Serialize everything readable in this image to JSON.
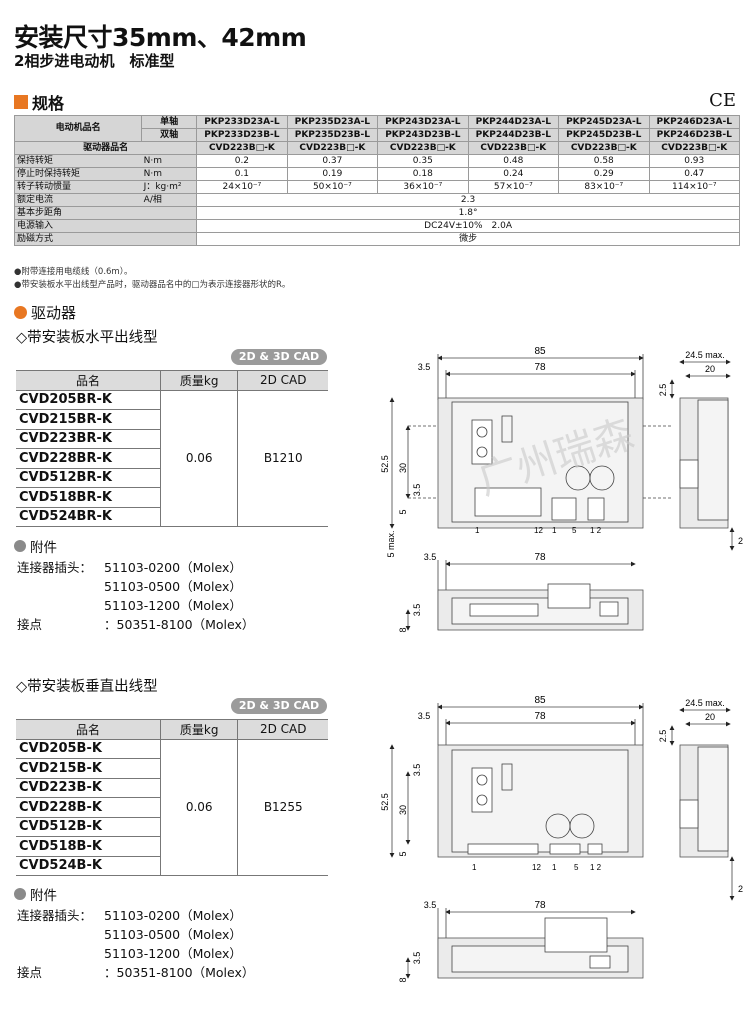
{
  "header": {
    "title": "安装尺寸35mm、42mm",
    "subtitle": "2相步进电动机　标准型"
  },
  "spec": {
    "section_title": "规格",
    "ce_mark": "CE",
    "motor_name_label": "电动机品名",
    "single_axis_label": "单轴",
    "double_axis_label": "双轴",
    "driver_name_label": "驱动器品名",
    "single_axis_models": [
      "PKP233D23A-L",
      "PKP235D23A-L",
      "PKP243D23A-L",
      "PKP244D23A-L",
      "PKP245D23A-L",
      "PKP246D23A-L"
    ],
    "double_axis_models": [
      "PKP233D23B-L",
      "PKP235D23B-L",
      "PKP243D23B-L",
      "PKP244D23B-L",
      "PKP245D23B-L",
      "PKP246D23B-L"
    ],
    "driver_models": [
      "CVD223B□-K",
      "CVD223B□-K",
      "CVD223B□-K",
      "CVD223B□-K",
      "CVD223B□-K",
      "CVD223B□-K"
    ],
    "rows": [
      {
        "label": "保持转矩",
        "unit": "N·m",
        "values": [
          "0.2",
          "0.37",
          "0.35",
          "0.48",
          "0.58",
          "0.93"
        ]
      },
      {
        "label": "停止时保持转矩",
        "unit": "N·m",
        "values": [
          "0.1",
          "0.19",
          "0.18",
          "0.24",
          "0.29",
          "0.47"
        ]
      },
      {
        "label": "转子转动惯量",
        "unit": "J：kg·m²",
        "values": [
          "24×10⁻⁷",
          "50×10⁻⁷",
          "36×10⁻⁷",
          "57×10⁻⁷",
          "83×10⁻⁷",
          "114×10⁻⁷"
        ]
      }
    ],
    "common_rows": [
      {
        "label": "额定电流",
        "unit": "A/相",
        "value": "2.3"
      },
      {
        "label": "基本步距角",
        "unit": "",
        "value": "1.8°"
      },
      {
        "label": "电源输入",
        "unit": "",
        "value": "DC24V±10%　2.0A"
      },
      {
        "label": "励磁方式",
        "unit": "",
        "value": "微步"
      }
    ],
    "notes": [
      "●附带连接用电缆线（0.6m）。",
      "●带安装板水平出线型产品时，驱动器品名中的□为表示连接器形状的R。"
    ]
  },
  "driver_section": {
    "title": "驱动器"
  },
  "horizontal": {
    "title": "◇带安装板水平出线型",
    "cad_badge": "2D & 3D CAD",
    "col_name": "品名",
    "col_mass": "质量kg",
    "col_cad": "2D CAD",
    "products": [
      "CVD205BR-K",
      "CVD215BR-K",
      "CVD223BR-K",
      "CVD228BR-K",
      "CVD512BR-K",
      "CVD518BR-K",
      "CVD524BR-K"
    ],
    "mass": "0.06",
    "cad": "B1210",
    "accessories_title": "附件",
    "connector_label": "连接器插头：",
    "connectors": [
      "51103-0200（Molex）",
      "51103-0500（Molex）",
      "51103-1200（Molex）"
    ],
    "contact_label": "接点",
    "contact": "：50351-8100（Molex）"
  },
  "vertical": {
    "title": "◇带安装板垂直出线型",
    "cad_badge": "2D & 3D CAD",
    "col_name": "品名",
    "col_mass": "质量kg",
    "col_cad": "2D CAD",
    "products": [
      "CVD205B-K",
      "CVD215B-K",
      "CVD223B-K",
      "CVD228B-K",
      "CVD512B-K",
      "CVD518B-K",
      "CVD524B-K"
    ],
    "mass": "0.06",
    "cad": "B1255",
    "accessories_title": "附件",
    "connector_label": "连接器插头：",
    "connectors": [
      "51103-0200（Molex）",
      "51103-0500（Molex）",
      "51103-1200（Molex）"
    ],
    "contact_label": "接点",
    "contact": "：50351-8100（Molex）"
  },
  "drawing": {
    "dim_85": "85",
    "dim_78": "78",
    "dim_3_5": "3.5",
    "dim_52_5": "52.5",
    "dim_30": "30",
    "dim_5": "5",
    "dim_5max": "5 max.",
    "dim_24_5max": "24.5 max.",
    "dim_20": "20",
    "dim_2_5": "2.5",
    "dim_2": "2",
    "dim_8": "8",
    "pin_1": "1",
    "pin_12": "12",
    "pin_5": "5",
    "pin_1_2": "1 2",
    "watermark": "广州瑞森"
  }
}
